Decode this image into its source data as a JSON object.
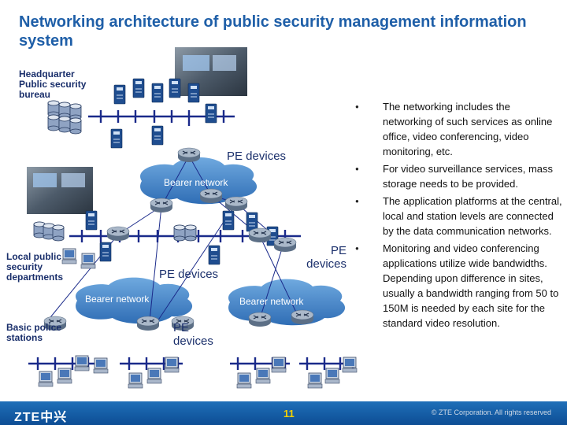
{
  "title": "Networking architecture of public security management information system",
  "labels": {
    "hq": "Headquarter Public security bureau",
    "local": "Local public security departments",
    "basic": "Basic police stations",
    "pe_top": "PE devices",
    "pe_mid_left": "PE devices",
    "pe_mid_right": "PE devices",
    "pe_bottom": "PE devices",
    "bearer_top": "Bearer network",
    "bearer_left": "Bearer network",
    "bearer_right": "Bearer network"
  },
  "bullets": [
    "The networking includes the networking of such services as online office, video conferencing, video monitoring, etc.",
    "For video surveillance services, mass storage needs to be provided.",
    "The application platforms at the central, local and station levels are connected by the data communication networks.",
    "Monitoring and video conferencing applications utilize wide bandwidths. Depending upon difference in sites, usually a bandwidth ranging from 50 to 150M is needed by each site for the standard video resolution."
  ],
  "footer": {
    "logo": "ZTE中兴",
    "page": "11",
    "copyright": "© ZTE Corporation. All rights reserved"
  },
  "colors": {
    "title": "#1f5fa8",
    "label": "#1a2f6b",
    "cloud": "#3f83c9",
    "bus": "#1a2a8a",
    "footer": "#1f6fb8",
    "page_number": "#f5d000"
  },
  "icons": [
    "photo-icon",
    "server-icon",
    "database-icon",
    "computer-icon",
    "router-icon",
    "cloud-icon"
  ]
}
